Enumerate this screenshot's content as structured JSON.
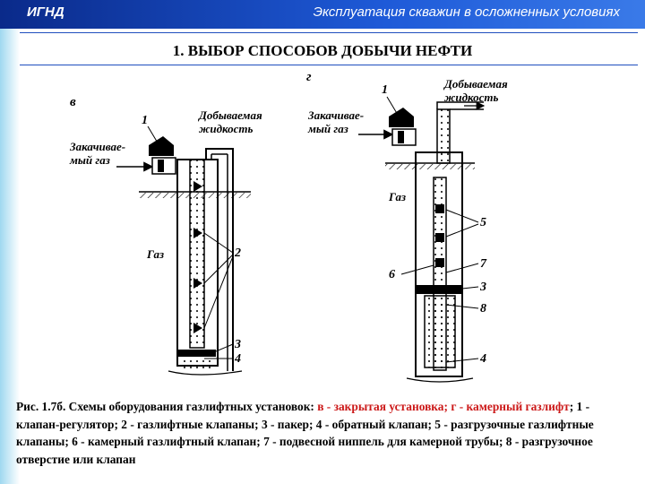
{
  "header": {
    "org": "ИГНД",
    "course": "Эксплуатация скважин в осложненных условиях"
  },
  "title": "1. ВЫБОР СПОСОБОВ ДОБЫЧИ НЕФТИ",
  "figure": {
    "left": {
      "letter": "в",
      "valve_num": "1",
      "produced_line1": "Добываемая",
      "produced_line2": "жидкость",
      "injected_line1": "Закачивае-",
      "injected_line2": "мый газ",
      "gas": "Газ",
      "n2": "2",
      "n3": "3",
      "n4": "4"
    },
    "right": {
      "letter": "г",
      "valve_num": "1",
      "produced_line1": "Добываемая",
      "produced_line2": "жидкость",
      "injected_line1": "Закачивае-",
      "injected_line2": "мый газ",
      "gas": "Газ",
      "n3": "3",
      "n4": "4",
      "n5": "5",
      "n6": "6",
      "n7": "7",
      "n8": "8"
    }
  },
  "caption": {
    "lead": "Рис. 1.7б. Схемы оборудования газлифтных установок: ",
    "part_v": "в - закрытая установка; г - камерный газлифт",
    "rest": "; 1 - клапан-регулятор; 2 - газлифтные клапаны; 3 - пакер; 4 - обратный клапан; 5 - разгрузочные газлифтные клапаны; 6 - камерный газлифтный клапан; 7 - подвесной ниппель для камерной трубы; 8 - разгрузочное отверстие или клапан"
  }
}
